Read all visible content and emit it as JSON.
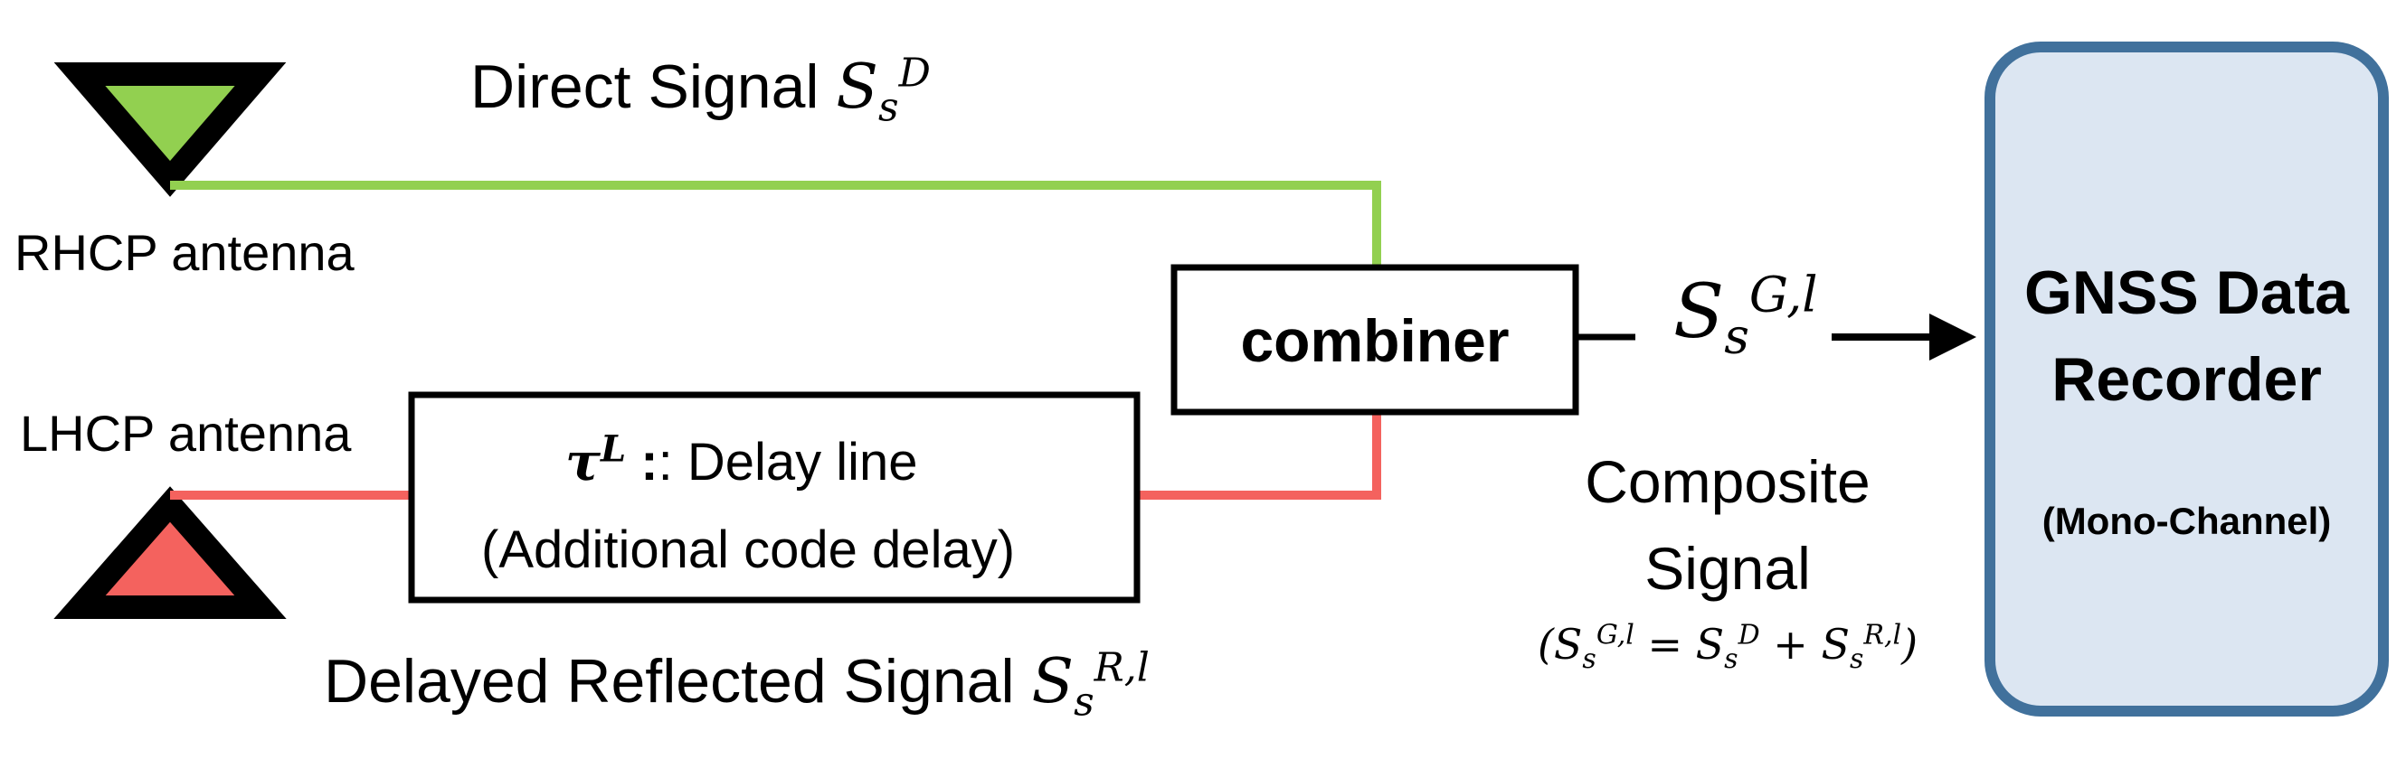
{
  "labels": {
    "direct_signal": "Direct Signal",
    "rhcp_antenna": "RHCP antenna",
    "lhcp_antenna": "LHCP antenna",
    "combiner": "combiner",
    "delay_line": ": Delay line",
    "additional_delay": "(Additional code delay)",
    "delayed_reflected_signal": "Delayed Reflected Signal",
    "composite_line1": "Composite",
    "composite_line2": "Signal",
    "recorder_line1": "GNSS Data",
    "recorder_line2": "Recorder",
    "recorder_line3": "(Mono-Channel)"
  },
  "math": {
    "S": "S",
    "s": "s",
    "D": "D",
    "Rl": "R,l",
    "Gl": "G,l",
    "tau": "τ",
    "L": "L",
    "eq_open": "(",
    "eq_equals": " = ",
    "eq_plus": " + ",
    "eq_close": ")"
  },
  "colors": {
    "rhcp_fill": "#92d050",
    "lhcp_fill": "#f4625e",
    "direct_line": "#92d050",
    "reflected_line": "#f4625e",
    "recorder_fill": "#dce6f2",
    "recorder_border": "#41719c"
  },
  "icons": {
    "rhcp": "inverted-triangle-antenna",
    "lhcp": "triangle-antenna",
    "arrow": "arrow-right"
  }
}
